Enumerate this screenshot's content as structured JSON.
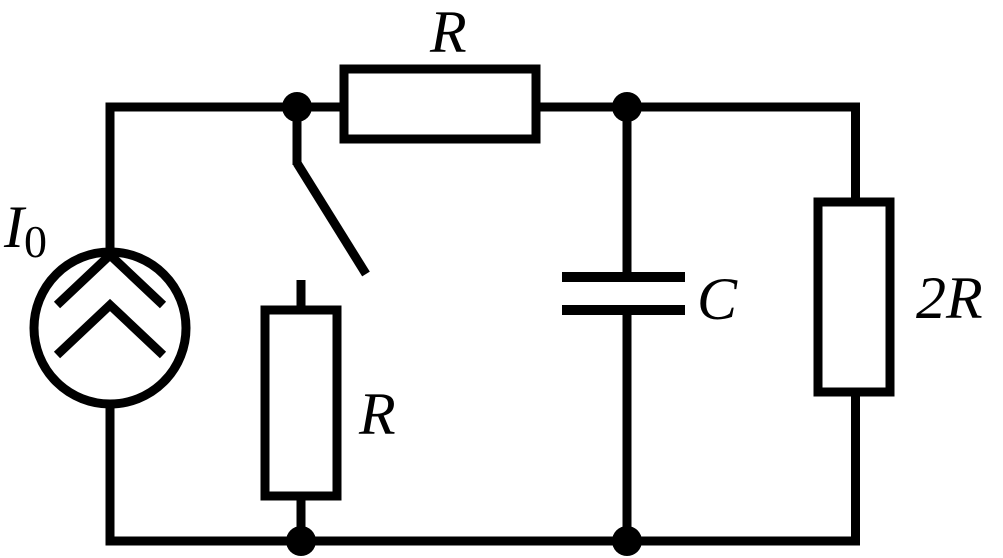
{
  "diagram": {
    "type": "circuit-schematic",
    "components": {
      "current_source": {
        "symbol": "I",
        "subscript": "0"
      },
      "resistor_top": {
        "label": "R"
      },
      "resistor_switched": {
        "label": "R"
      },
      "capacitor": {
        "label": "C"
      },
      "resistor_right": {
        "label": "2R"
      },
      "switch": {
        "state": "open"
      }
    },
    "colors": {
      "line": "#000000",
      "background": "#ffffff"
    }
  }
}
